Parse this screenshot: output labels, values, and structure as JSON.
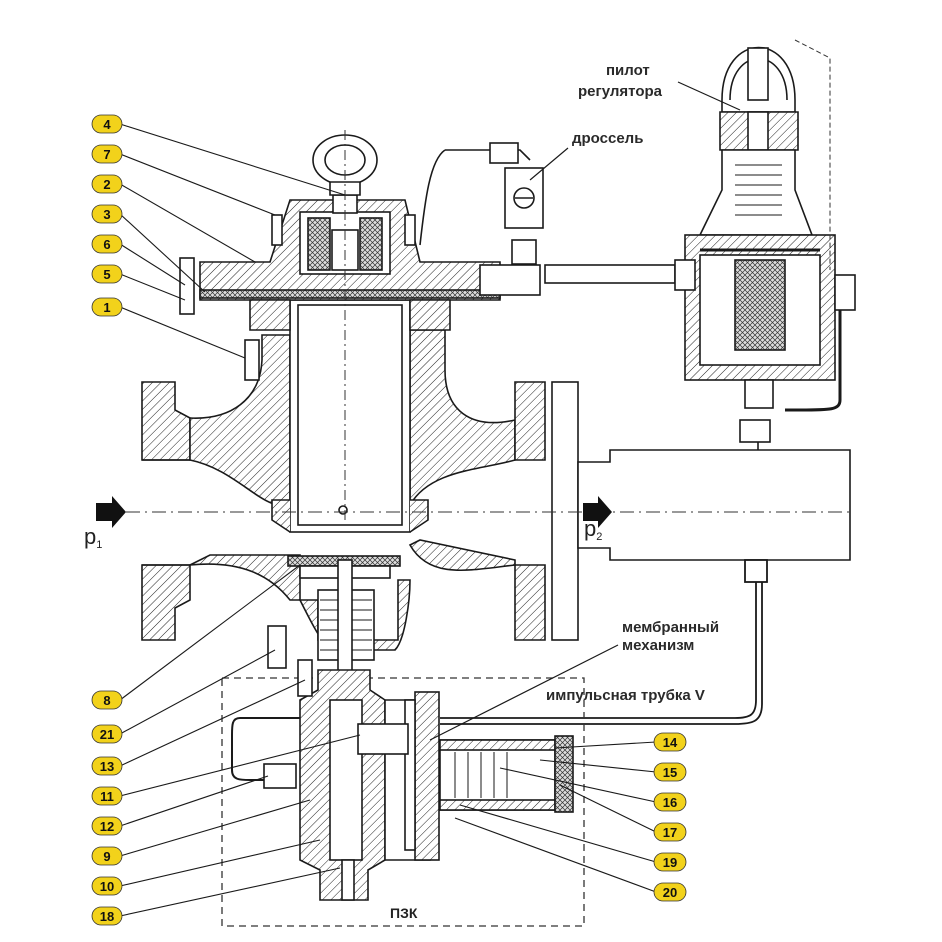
{
  "labels": {
    "pilot_line1": "пилот",
    "pilot_line2": "регулятора",
    "throttle": "дроссель",
    "membrane_line1": "мембранный",
    "membrane_line2": "механизм",
    "impulse_tube": "импульсная трубка V",
    "pzk": "ПЗК",
    "p1": "p",
    "p1_sub": "1",
    "p2": "p",
    "p2_sub": "2"
  },
  "badges": {
    "b4": "4",
    "b7": "7",
    "b2": "2",
    "b3": "3",
    "b6": "6",
    "b5": "5",
    "b1": "1",
    "b8": "8",
    "b21": "21",
    "b13": "13",
    "b11": "11",
    "b12": "12",
    "b9": "9",
    "b10": "10",
    "b18": "18",
    "b14": "14",
    "b15": "15",
    "b16": "16",
    "b17": "17",
    "b19": "19",
    "b20": "20"
  },
  "colors": {
    "badge_fill": "#f2d21b",
    "line": "#1a1a1a"
  }
}
